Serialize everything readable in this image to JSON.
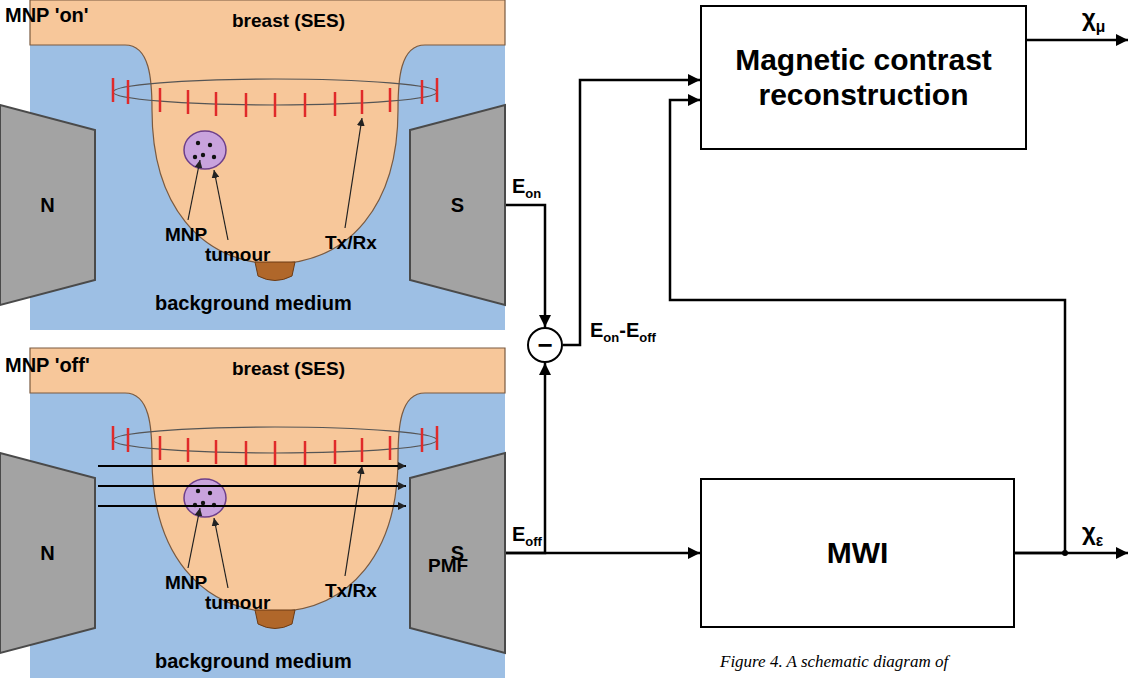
{
  "diagram": {
    "caption": "Figure 4. A schematic diagram of",
    "nodes": [
      {
        "text": [
          "MNP 'on'",
          "background medium"
        ]
      },
      {
        "text": [
          "N"
        ],
        "in": 0
      },
      {
        "text": [
          "S"
        ],
        "in": 0
      },
      {
        "text": [
          "MNP 'off'",
          "background medium"
        ]
      },
      {
        "text": [
          "N"
        ],
        "in": 3
      },
      {
        "text": [
          "S"
        ],
        "in": 3
      },
      {
        "text": [
          "−"
        ]
      },
      {
        "text": [
          "Magnetic contrast reconstruction"
        ]
      },
      {
        "text": [
          "MWI"
        ]
      }
    ],
    "edges": [
      {
        "from": 2,
        "to": 6,
        "arrow": "to",
        "label": "Eon"
      },
      {
        "from": 5,
        "to": 6,
        "arrow": "to",
        "label": "Eoff"
      },
      {
        "from": 5,
        "to": 8,
        "arrow": "to"
      },
      {
        "from": 6,
        "to": 7,
        "arrow": "to",
        "label": "Eon-Eoff"
      },
      {
        "from": 8,
        "to": 7,
        "arrow": "to"
      }
    ],
    "labels": [
      "breast (SES)",
      "MNP",
      "tumour",
      "Tx/Rx",
      "breast (SES)",
      "MNP",
      "tumour",
      "Tx/Rx",
      "PMF",
      "χμ",
      "χε"
    ]
  }
}
